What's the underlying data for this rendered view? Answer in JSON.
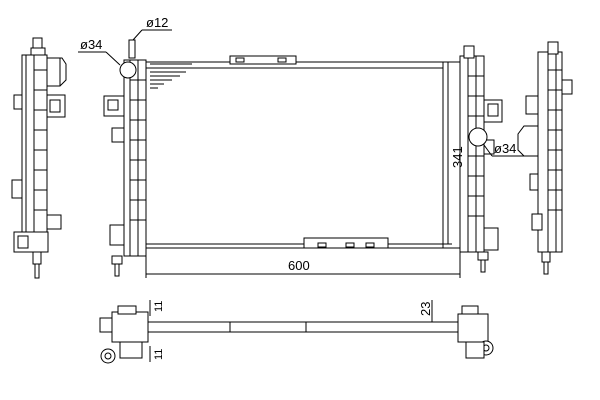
{
  "dimensions": {
    "diameter_12": "ø12",
    "diameter_34_left": "ø34",
    "diameter_34_right": "ø34",
    "height": "341",
    "width": "600",
    "depth": "23",
    "tab_left": "11",
    "tab_right": "11"
  },
  "colors": {
    "line": "#000000",
    "background": "#ffffff"
  }
}
